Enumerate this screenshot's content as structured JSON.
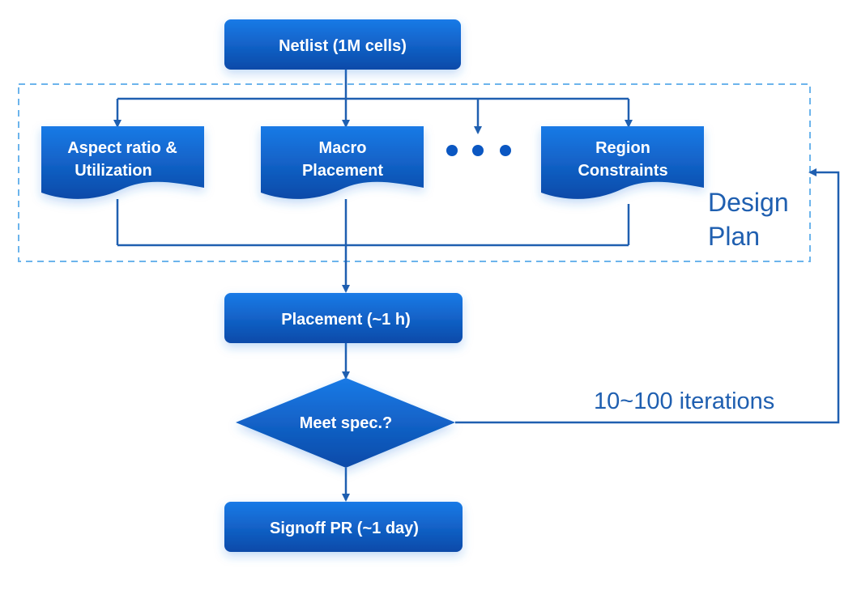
{
  "colors": {
    "node_top": "#1a7ae6",
    "node_bottom": "#0a4aa8",
    "connector": "#1f5fb0",
    "region_border": "#6cb4ec",
    "label_text": "#1f5fb0"
  },
  "nodes": {
    "netlist": "Netlist (1M cells)",
    "aspect_line1": "Aspect ratio &",
    "aspect_line2": "Utilization",
    "macro_line1": "Macro",
    "macro_line2": "Placement",
    "region_line1": "Region",
    "region_line2": "Constraints",
    "placement": "Placement (~1 h)",
    "decision": "Meet spec.?",
    "signoff": "Signoff PR (~1 day)"
  },
  "design_plan": {
    "line1": "Design",
    "line2": "Plan"
  },
  "feedback_label": "10~100 iterations",
  "ellipsis_icon": "ellipsis-dots-icon"
}
